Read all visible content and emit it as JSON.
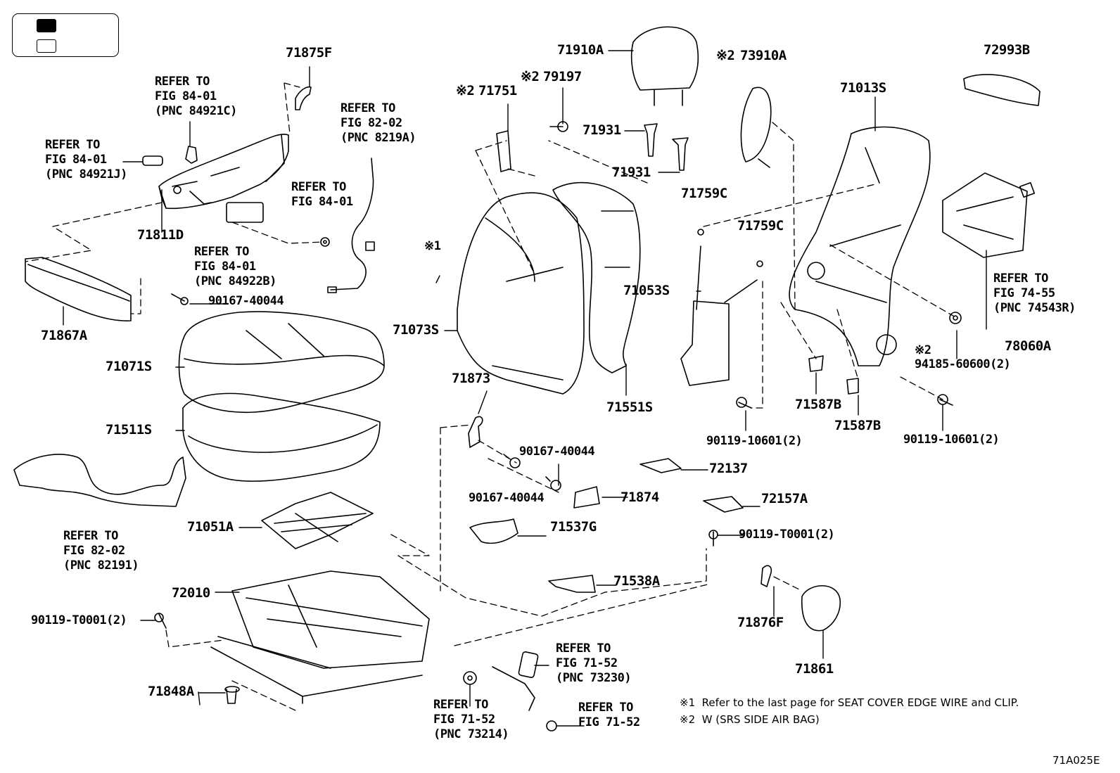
{
  "legend": {
    "filled_swatch": "black",
    "empty_swatch": "white"
  },
  "parts": {
    "p71875F": "71875F",
    "p71811D": "71811D",
    "p71867A": "71867A",
    "p90167_40044_a": "90167-40044",
    "p71071S": "71071S",
    "p71511S": "71511S",
    "p71051A": "71051A",
    "p72010": "72010",
    "p90119_T0001_left": "90119-T0001(2)",
    "p71848A": "71848A",
    "p71751": "71751",
    "p79197": "79197",
    "p71910A": "71910A",
    "p71931_a": "71931",
    "p71931_b": "71931",
    "p73910A": "73910A",
    "p71073S": "71073S",
    "p71551S": "71551S",
    "p71873": "71873",
    "p90167_40044_b": "90167-40044",
    "p90167_40044_c": "90167-40044",
    "p71874": "71874",
    "p71537G": "71537G",
    "p71538A": "71538A",
    "p72137": "72137",
    "p72157A": "72157A",
    "p90119_T0001_mid": "90119-T0001(2)",
    "p71759C_a": "71759C",
    "p71759C_b": "71759C",
    "p71053S": "71053S",
    "p90119_10601_a": "90119-10601(2)",
    "p71013S": "71013S",
    "p72993B": "72993B",
    "p78060A": "78060A",
    "p94185_60600": "94185-60600(2)",
    "p71587B_a": "71587B",
    "p71587B_b": "71587B",
    "p90119_10601_b": "90119-10601(2)",
    "p71876F": "71876F",
    "p71861": "71861"
  },
  "refs": {
    "ref_84921C": "REFER TO\nFIG 84-01\n(PNC 84921C)",
    "ref_84921J": "REFER TO\nFIG 84-01\n(PNC 84921J)",
    "ref_8219A": "REFER TO\nFIG 82-02\n(PNC 8219A)",
    "ref_84_01": "REFER TO\nFIG 84-01",
    "ref_84922B": "REFER TO\nFIG 84-01\n(PNC 84922B)",
    "ref_82191": "REFER TO\nFIG 82-02\n(PNC 82191)",
    "ref_74543R": "REFER TO\nFIG 74-55\n(PNC 74543R)",
    "ref_73230": "REFER TO\nFIG 71-52\n(PNC 73230)",
    "ref_73214": "REFER TO\nFIG 71-52\n(PNC 73214)",
    "ref_71_52": "REFER TO\nFIG 71-52"
  },
  "marks": {
    "m1": "※1",
    "m2_71751": "※2",
    "m2_79197": "※2",
    "m2_73910A": "※2",
    "m2_94185": "※2"
  },
  "footnotes": {
    "note1": "※1  Refer to the last page for SEAT COVER EDGE WIRE and CLIP.",
    "note2": "※2  W (SRS SIDE AIR BAG)"
  },
  "figure_code": "71A025E"
}
